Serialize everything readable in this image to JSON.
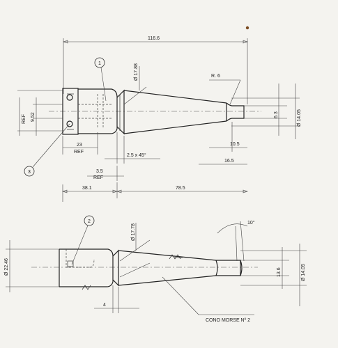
{
  "dimensions": {
    "overall_length": "116.6",
    "radius": "R. 6",
    "diam_17_88": "Ø 17.88",
    "diam_14_05_top": "Ø 14.05",
    "dim_6_3": "6.3",
    "ref_label_left": "REF",
    "dim_9_52": "9.52",
    "dim_23": "23",
    "ref_label_23": "REF",
    "chamfer": "2.5 x 45°",
    "dim_10_5": "10.5",
    "dim_16_5": "16.5",
    "dim_3_5": "3.5",
    "ref_label_3_5": "REF",
    "dim_38_1": "38.1",
    "dim_78_5": "78.5",
    "angle": "10°",
    "diam_17_78": "Ø 17.78",
    "diam_22_46": "Ø 22.46",
    "dim_13_6": "13.6",
    "diam_14_05_bottom": "Ø 14.05",
    "dim_4": "4",
    "taper_note": "CONO MORSE Nº 2"
  },
  "balloons": [
    "1",
    "2",
    "3"
  ]
}
